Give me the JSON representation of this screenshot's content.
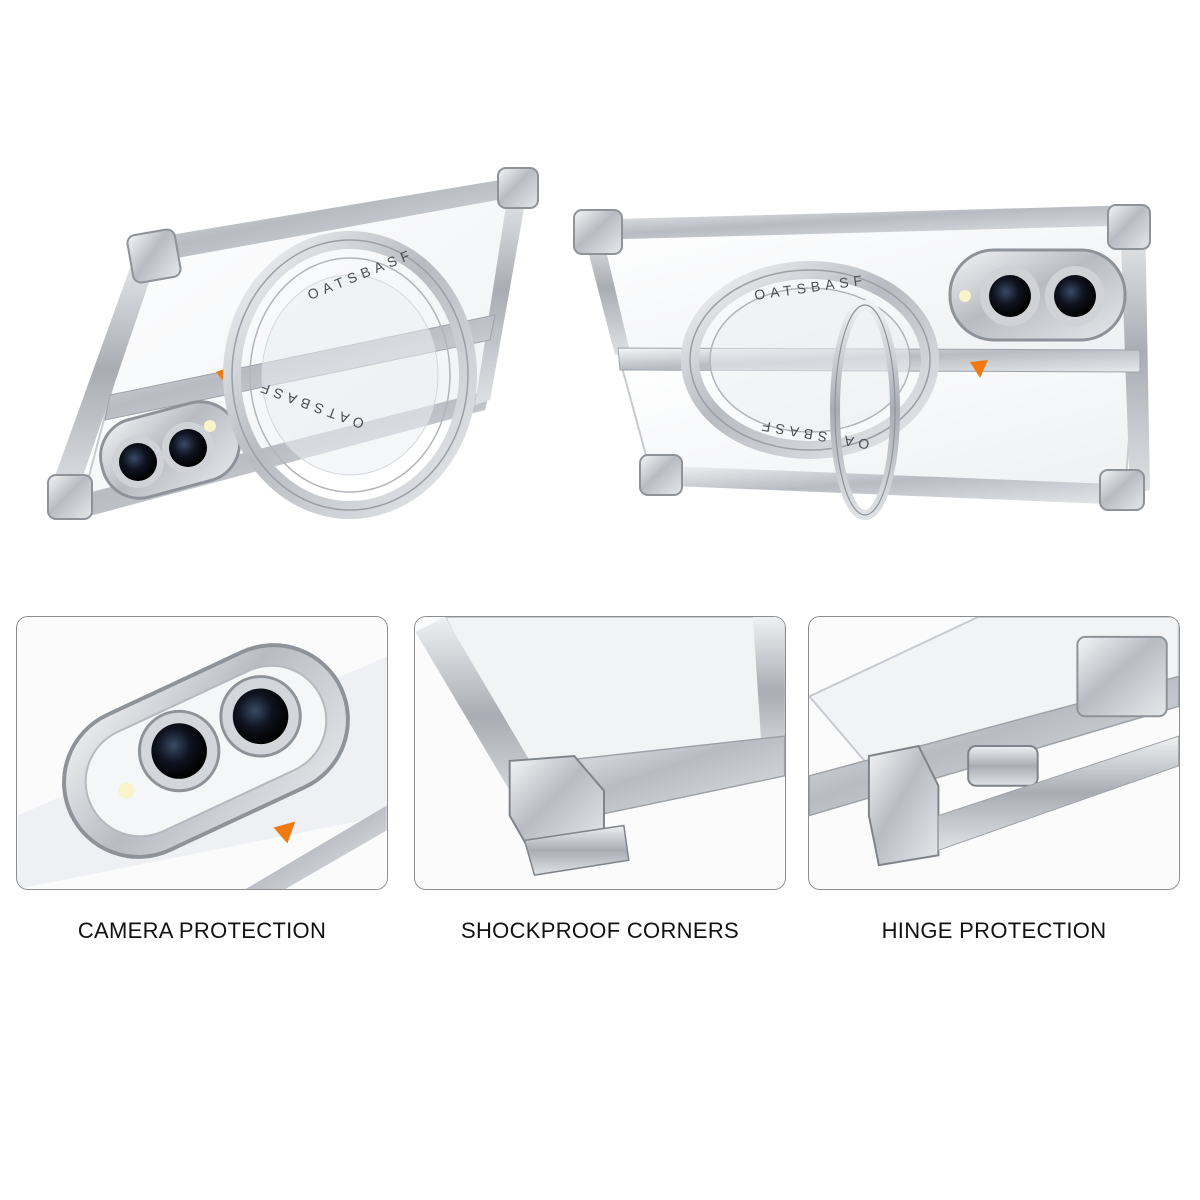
{
  "brand": {
    "ring_engraving": "OATSBASF",
    "metal_color": "#c9ccd0",
    "accent_color": "#f07a12"
  },
  "features": [
    {
      "label": "CAMERA PROTECTION"
    },
    {
      "label": "SHOCKPROOF CORNERS"
    },
    {
      "label": "HINGE PROTECTION"
    }
  ]
}
